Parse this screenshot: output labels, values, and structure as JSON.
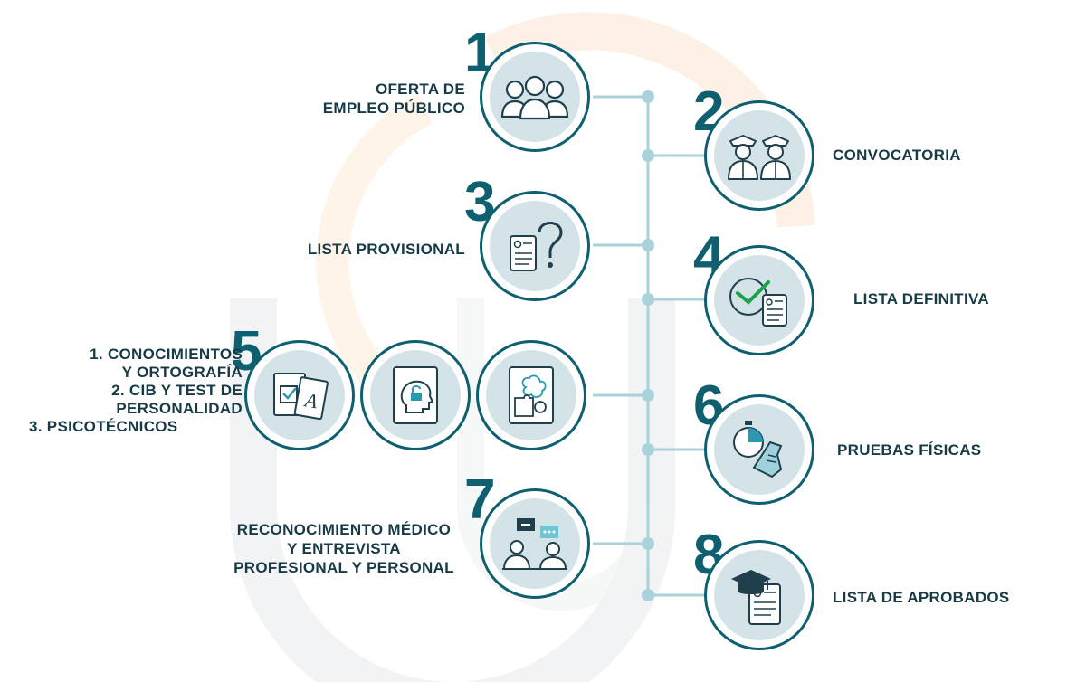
{
  "colors": {
    "accent": "#0e5f70",
    "line": "#a9d2da",
    "dot": "#a9d2da",
    "circle_fill": "#d3e3e7",
    "text": "#173a47"
  },
  "steps": [
    {
      "number": "1",
      "label_lines": [
        "OFERTA DE",
        "EMPLEO PÚBLICO"
      ],
      "icon": "three-people-icon"
    },
    {
      "number": "2",
      "label_lines": [
        "CONVOCATORIA"
      ],
      "icon": "police-officers-icon"
    },
    {
      "number": "3",
      "label_lines": [
        "LISTA PROVISIONAL"
      ],
      "icon": "question-document-icon"
    },
    {
      "number": "4",
      "label_lines": [
        "LISTA DEFINITIVA"
      ],
      "icon": "check-document-icon"
    },
    {
      "number": "5",
      "label_lines": [
        "1. CONOCIMIENTOS",
        "Y ORTOGRAFÍA",
        "2. CIB Y TEST DE",
        "PERSONALIDAD",
        "3. PSICOTÉCNICOS"
      ],
      "icons": [
        "checkbox-letter-cards-icon",
        "head-lock-icon",
        "brain-puzzle-icon"
      ]
    },
    {
      "number": "6",
      "label_lines": [
        "PRUEBAS FÍSICAS"
      ],
      "icon": "stopwatch-shoe-icon"
    },
    {
      "number": "7",
      "label_lines": [
        "RECONOCIMIENTO MÉDICO",
        "Y ENTREVISTA",
        "PROFESIONAL Y PERSONAL"
      ],
      "icon": "interview-icon"
    },
    {
      "number": "8",
      "label_lines": [
        "LISTA DE APROBADOS"
      ],
      "icon": "graduation-document-icon"
    }
  ]
}
